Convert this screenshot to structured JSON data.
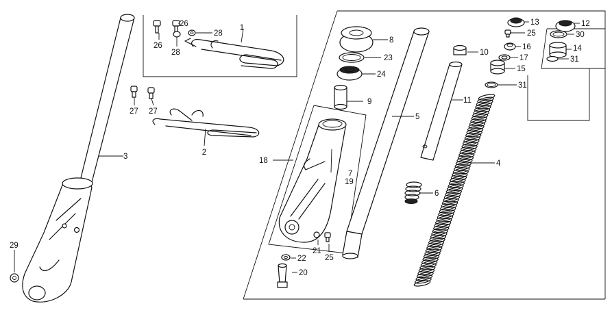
{
  "callouts": [
    {
      "id": "c1",
      "text": "1"
    },
    {
      "id": "c2",
      "text": "2"
    },
    {
      "id": "c3",
      "text": "3"
    },
    {
      "id": "c4",
      "text": "4"
    },
    {
      "id": "c5",
      "text": "5"
    },
    {
      "id": "c6",
      "text": "6"
    },
    {
      "id": "c7",
      "text": "7"
    },
    {
      "id": "c19",
      "text": "19"
    },
    {
      "id": "c8",
      "text": "8"
    },
    {
      "id": "c9",
      "text": "9"
    },
    {
      "id": "c10",
      "text": "10"
    },
    {
      "id": "c11",
      "text": "11"
    },
    {
      "id": "c12",
      "text": "12"
    },
    {
      "id": "c13",
      "text": "13"
    },
    {
      "id": "c14",
      "text": "14"
    },
    {
      "id": "c15",
      "text": "15"
    },
    {
      "id": "c16",
      "text": "16"
    },
    {
      "id": "c17",
      "text": "17"
    },
    {
      "id": "c18",
      "text": "18"
    },
    {
      "id": "c20",
      "text": "20"
    },
    {
      "id": "c21",
      "text": "21"
    },
    {
      "id": "c22",
      "text": "22"
    },
    {
      "id": "c23",
      "text": "23"
    },
    {
      "id": "c24",
      "text": "24"
    },
    {
      "id": "c25a",
      "text": "25"
    },
    {
      "id": "c25b",
      "text": "25"
    },
    {
      "id": "c26a",
      "text": "26"
    },
    {
      "id": "c26b",
      "text": "26"
    },
    {
      "id": "c27a",
      "text": "27"
    },
    {
      "id": "c27b",
      "text": "27"
    },
    {
      "id": "c28a",
      "text": "28"
    },
    {
      "id": "c28b",
      "text": "28"
    },
    {
      "id": "c29",
      "text": "29"
    },
    {
      "id": "c30",
      "text": "30"
    },
    {
      "id": "c31a",
      "text": "31"
    },
    {
      "id": "c31b",
      "text": "31"
    }
  ]
}
